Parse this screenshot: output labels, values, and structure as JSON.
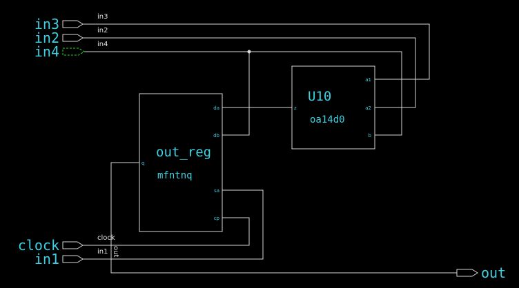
{
  "inputs": {
    "in3": "in3",
    "in2": "in2",
    "in4": "in4",
    "clock": "clock",
    "in1": "in1"
  },
  "outputs": {
    "out": "out"
  },
  "nets": {
    "in3": "in3",
    "in2": "in2",
    "in4": "in4",
    "clock": "clock",
    "in1": "in1",
    "out": "out"
  },
  "cells": {
    "u10": {
      "instance": "U10",
      "cell": "oa14d0",
      "pins": {
        "a1": "a1",
        "a2": "a2",
        "b": "b",
        "z": "z"
      }
    },
    "out_reg": {
      "instance": "out_reg",
      "cell": "mfntnq",
      "pins": {
        "da": "da",
        "db": "db",
        "q": "q",
        "sa": "sa",
        "cp": "cp"
      }
    }
  },
  "colors": {
    "background": "#000000",
    "wire": "#d9d9d9",
    "label": "#3ecfe0",
    "highlight": "#22dd22"
  }
}
